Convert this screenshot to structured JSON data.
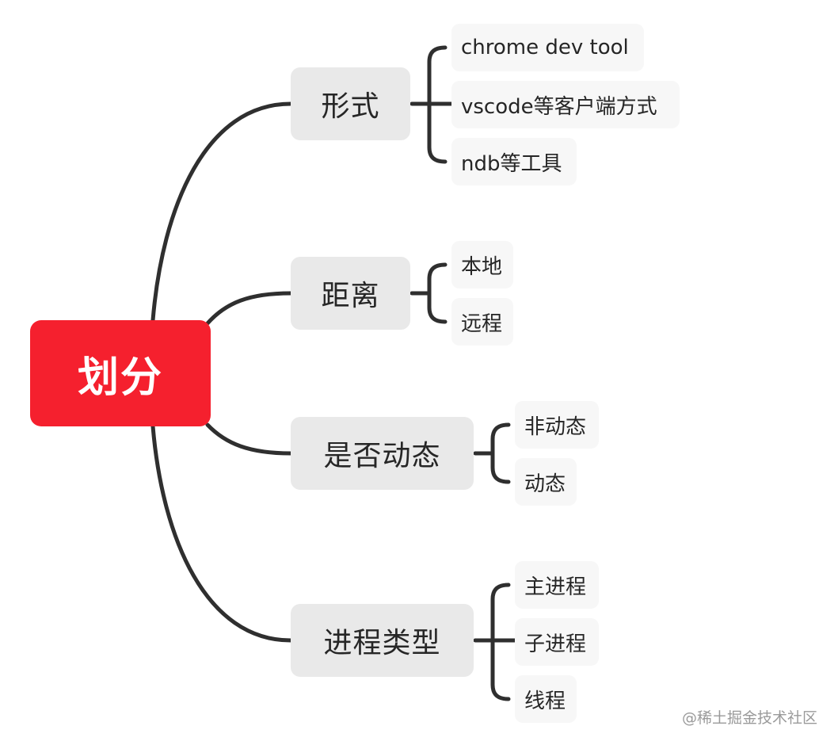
{
  "root": {
    "label": "划分",
    "color": "#f5202e"
  },
  "branches": [
    {
      "label": "形式",
      "children": [
        "chrome dev tool",
        "vscode等客户端方式",
        "ndb等工具"
      ]
    },
    {
      "label": "距离",
      "children": [
        "本地",
        "远程"
      ]
    },
    {
      "label": "是否动态",
      "children": [
        "非动态",
        "动态"
      ]
    },
    {
      "label": "进程类型",
      "children": [
        "主进程",
        "子进程",
        "线程"
      ]
    }
  ],
  "watermark": "@稀土掘金技术社区"
}
